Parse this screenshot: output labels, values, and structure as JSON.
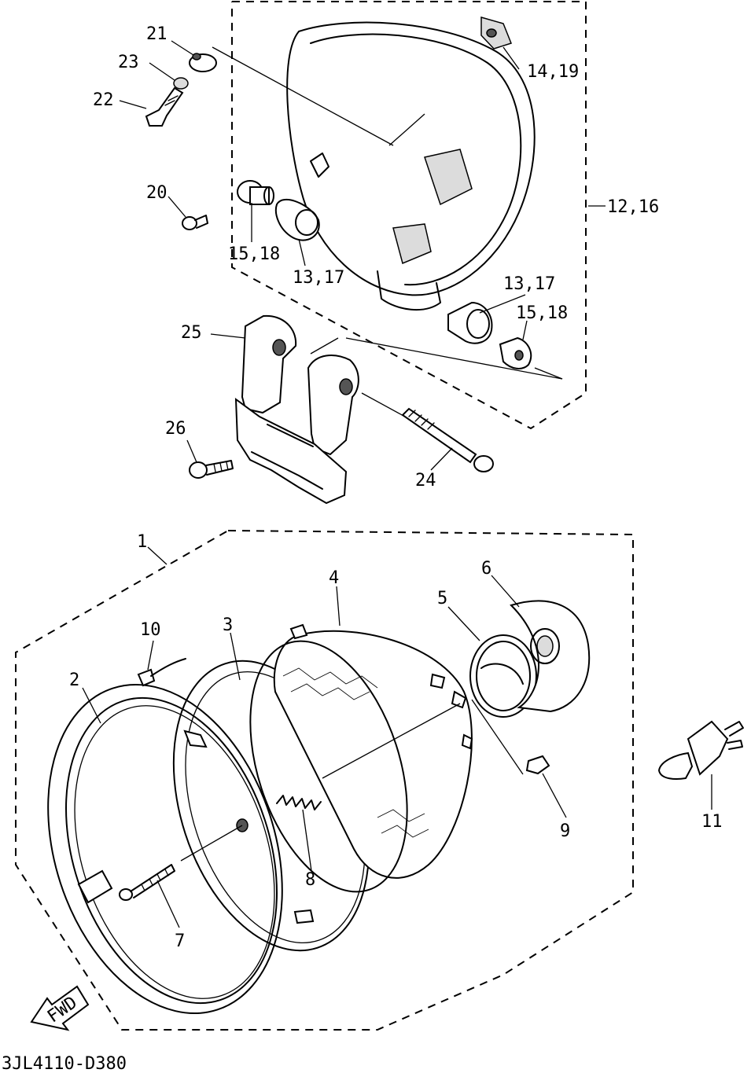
{
  "drawing_code": "3JL4110-D380",
  "fwd_label": "FWD",
  "labels": {
    "l1": "1",
    "l2": "2",
    "l3": "3",
    "l4": "4",
    "l5": "5",
    "l6": "6",
    "l7": "7",
    "l8": "8",
    "l9": "9",
    "l10": "10",
    "l11": "11",
    "l12_16": "12,16",
    "l13_17_left": "13,17",
    "l13_17_right": "13,17",
    "l14_19": "14,19",
    "l15_18_left": "15,18",
    "l15_18_right": "15,18",
    "l20": "20",
    "l21": "21",
    "l22": "22",
    "l23": "23",
    "l24": "24",
    "l25": "25",
    "l26": "26"
  }
}
